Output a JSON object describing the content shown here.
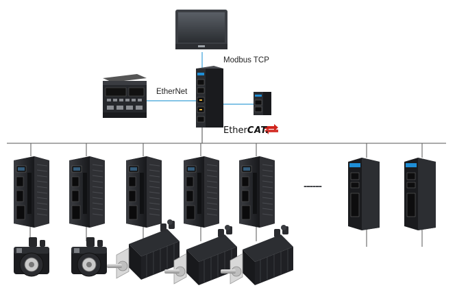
{
  "labels": {
    "modbus": "Modbus TCP",
    "ethernet": "EtherNet",
    "ethercat_a": "Ether",
    "ethercat_b": "CAT."
  },
  "ellipsis": "------",
  "colors": {
    "network_line": "#3aa0d8",
    "bus_line": "#555555",
    "device_dark": "#1e1f22",
    "device_mid": "#2c2e33",
    "accent_blue": "#1f8ed6",
    "ethercat_arrow": "#d0241c"
  },
  "icons": {
    "hmi": "touch-panel-icon",
    "ipc": "industrial-pc-icon",
    "controller": "motion-controller-icon",
    "io": "io-module-icon",
    "drive": "servo-drive-icon",
    "servo_motor": "servo-motor-icon",
    "linear_stage": "linear-stage-icon"
  }
}
